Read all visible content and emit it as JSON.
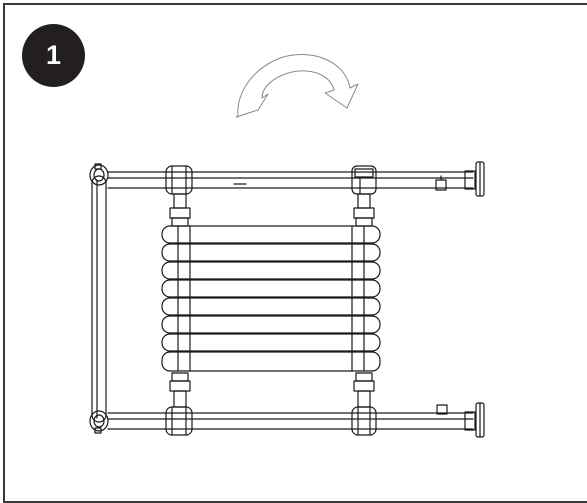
{
  "step": {
    "number": "1"
  },
  "illustration": {
    "subject": "towel-rail-radiator",
    "rotation_icon": "rotate-arrow-icon",
    "fins": 8
  },
  "colors": {
    "badge": "#231f20",
    "line": "#1a1a1a",
    "border": "#3a3a3a",
    "arrow": "#8a8a8a"
  }
}
